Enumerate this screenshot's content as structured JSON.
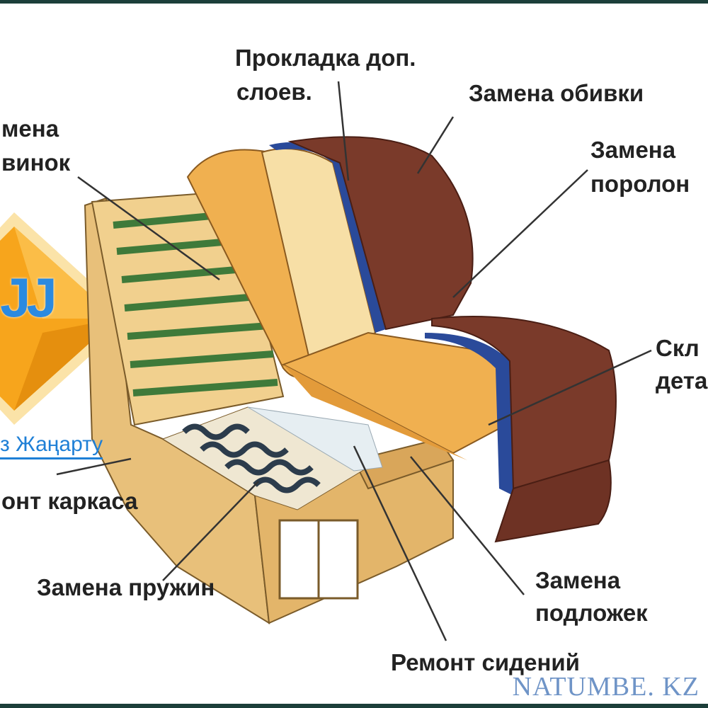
{
  "labels": {
    "padding_layers_1": "Прокладка доп.",
    "padding_layers_2": "слоев.",
    "upholstery": "Замена обивки",
    "foam_1": "Замена",
    "foam_2": "поролон",
    "seams_1": "мена",
    "seams_2": "винок",
    "glue_1": "Скл",
    "glue_2": "дета",
    "frame": "онт каркаса",
    "springs": "Замена пружин",
    "underlay_1": "Замена",
    "underlay_2": "подложек",
    "seats": "Ремонт сидений"
  },
  "brand": {
    "logo_text": "JJ",
    "name": "з Жаңарту"
  },
  "watermark": "NATUMBE. KZ",
  "colors": {
    "text": "#222222",
    "leather": "#7a3a2a",
    "foam": "#f0b050",
    "wood": "#e8c07a",
    "blue_padding": "#2a4a9a",
    "spring_green": "#3f7a3a",
    "logo_orange": "#f7a51c",
    "logo_blue": "#2b8ae0",
    "watermark": "#6f94c7",
    "frame": "#1c3f3a"
  }
}
